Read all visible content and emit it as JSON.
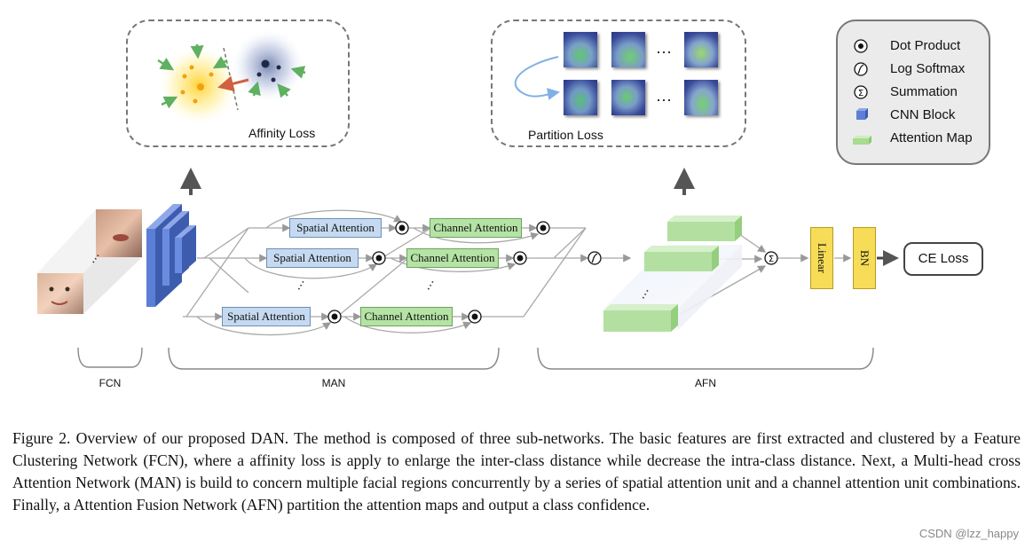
{
  "figure": {
    "affinity_loss_label": "Affinity Loss",
    "partition_loss_label": "Partition Loss",
    "legend": [
      {
        "label": "Dot Product",
        "icon": "dot-product-icon"
      },
      {
        "label": "Log Softmax",
        "icon": "log-softmax-icon"
      },
      {
        "label": "Summation",
        "icon": "summation-icon"
      },
      {
        "label": "CNN Block",
        "icon": "cnn-block-icon"
      },
      {
        "label": "Attention Map",
        "icon": "attention-map-icon"
      }
    ],
    "spatial_attention_label": "Spatial Attention",
    "channel_attention_label": "Channel Attention",
    "linear_label": "Linear",
    "bn_label": "BN",
    "ce_loss_label": "CE Loss",
    "dots": "···",
    "brace_labels": {
      "fcn": "FCN",
      "man": "MAN",
      "afn": "AFN"
    }
  },
  "caption": "Figure 2.  Overview of our proposed DAN. The method is composed of three sub-networks.  The basic features are first extracted and clustered by a Feature Clustering Network (FCN), where a affinity loss is apply to enlarge the inter-class distance while decrease the intra-class distance. Next, a Multi-head cross Attention Network (MAN) is build to concern multiple facial regions concurrently by a series of spatial attention unit and a channel attention unit combinations. Finally, a Attention Fusion Network (AFN) partition the attention maps and output a class confidence.",
  "watermark": "CSDN @lzz_happy",
  "colors": {
    "spatial_attention": "#c5daf0",
    "channel_attention": "#b5e3a5",
    "linear_bn": "#f6dc57",
    "cnn_block": "#5b7fd6",
    "arrow_green": "#5fb060",
    "arrow_red": "#d06040"
  }
}
